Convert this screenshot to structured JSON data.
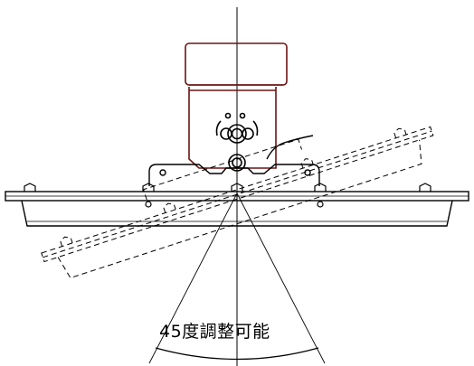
{
  "caption": "45度調整可能",
  "colors": {
    "line": "#000000",
    "housing": "#6b1414",
    "background": "#ffffff"
  },
  "icons": [
    "pivot-bolt",
    "hex-bolt",
    "mounting-bracket",
    "tilt-arc"
  ]
}
